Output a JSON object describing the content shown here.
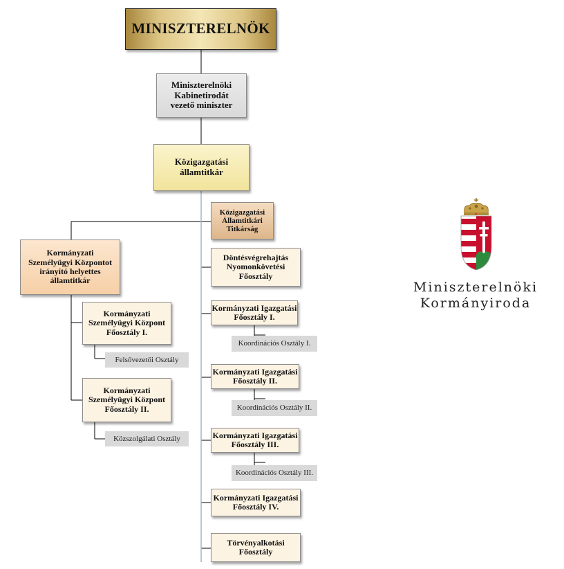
{
  "chart": {
    "pm": "MINISZTERELNÖK",
    "cabinet": "Miniszterelnöki\nKabinetirodát\nvezető miniszter",
    "state_secretary": "Közigazgatási\nállamtitkár",
    "secretariat": "Közigazgatási\nÁllamtitkári\nTitkárság",
    "deputy": "Kormányzati\nSzemélyügyi Központot\nirányító helyettes\nállamtitkár",
    "left_depts": [
      {
        "title": "Kormányzati\nSzemélyügyi Központ\nFőosztály I.",
        "unit": "Felsővezetői Osztály"
      },
      {
        "title": "Kormányzati\nSzemélyügyi Központ\nFőosztály II.",
        "unit": "Közszolgálati Osztály"
      }
    ],
    "right_depts": [
      {
        "title": "Döntésvégrehajtás\nNyomonkövetési\nFőosztály"
      },
      {
        "title": "Kormányzati Igazgatási\nFőosztály I.",
        "unit": "Koordinációs Osztály I."
      },
      {
        "title": "Kormányzati Igazgatási\nFőosztály II.",
        "unit": "Koordinációs Osztály II."
      },
      {
        "title": "Kormányzati Igazgatási\nFőosztály III.",
        "unit": "Koordinációs Osztály III."
      },
      {
        "title": "Kormányzati Igazgatási\nFőosztály IV."
      },
      {
        "title": "Törvényalkotási\nFőosztály"
      }
    ]
  },
  "logo": {
    "line1": "Miniszterelnöki",
    "line2": "Kormányiroda"
  },
  "colors": {
    "gold": "#dcc483",
    "stripe_red": "#c8102e",
    "stripe_green": "#2e8b3e",
    "line_blue": "#9db6cc"
  }
}
